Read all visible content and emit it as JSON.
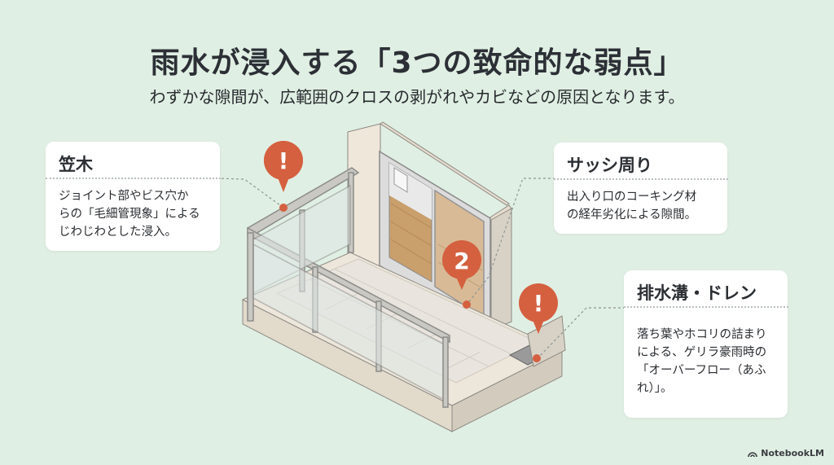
{
  "header": {
    "title": "雨水が浸入する「3つの致命的な弱点」",
    "subtitle": "わずかな隙間が、広範囲のクロスの剥がれやカビなどの原因となります。"
  },
  "cards": [
    {
      "id": "kasagi",
      "title": "笠木",
      "body_lines": [
        "ジョイント部やビス穴か",
        "らの「毛細管現象」による",
        "じわじわとした浸入。"
      ]
    },
    {
      "id": "sash",
      "title": "サッシ周り",
      "body_lines": [
        "出入り口のコーキング材",
        "の経年劣化による隙間。"
      ]
    },
    {
      "id": "drain",
      "title": "排水溝・ドレン",
      "body_lines": [
        "落ち葉やホコリの詰まり",
        "による、ゲリラ豪雨時の",
        "「オーバーフロー（あふ",
        "れ）」。"
      ]
    }
  ],
  "markers": [
    {
      "label": "!",
      "icon": "exclamation-icon",
      "target": "笠木"
    },
    {
      "label": "2",
      "icon": "number-icon",
      "target": "サッシ周り"
    },
    {
      "label": "!",
      "icon": "exclamation-icon",
      "target": "排水溝・ドレン"
    }
  ],
  "colors": {
    "background": "#e0efe3",
    "marker": "#d4603f",
    "card": "#ffffff",
    "text": "#2c3036"
  },
  "brand": {
    "label": "NotebookLM"
  }
}
